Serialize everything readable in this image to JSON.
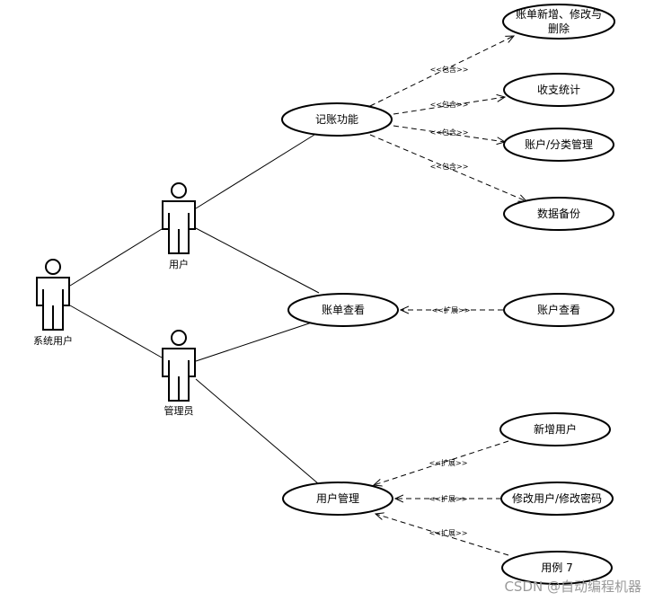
{
  "actors": {
    "system_user": "系统用户",
    "user": "用户",
    "admin": "管理员"
  },
  "use_cases": {
    "bookkeeping": "记账功能",
    "bill_crud_line1": "账单新增、修改与",
    "bill_crud_line2": "删除",
    "income_stats": "收支统计",
    "account_category": "账户/分类管理",
    "data_backup": "数据备份",
    "bill_view": "账单查看",
    "account_view": "账户查看",
    "user_mgmt": "用户管理",
    "add_user": "新增用户",
    "change_pwd": "修改用户/修改密码",
    "use_case_7": "用例 7"
  },
  "stereotypes": {
    "include": "<<包含>>",
    "extend": "<<扩展>>"
  },
  "watermark": "CSDN @自动编程机器"
}
